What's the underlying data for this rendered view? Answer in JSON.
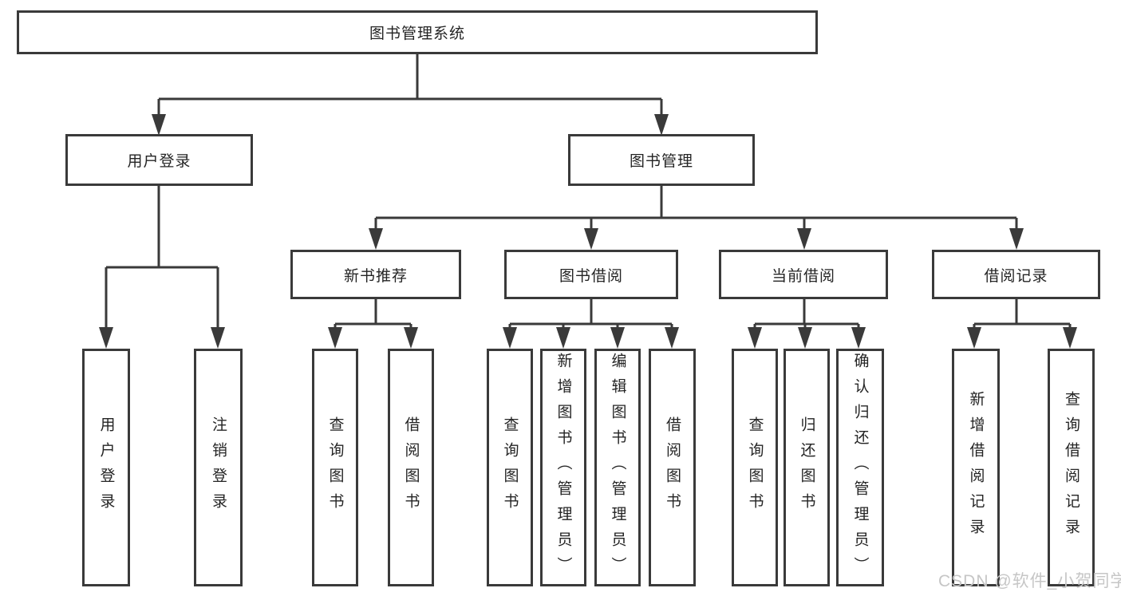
{
  "diagram": {
    "root": {
      "label": "图书管理系统"
    },
    "user_login": {
      "label": "用户登录",
      "children": [
        {
          "label": "用户登录"
        },
        {
          "label": "注销登录"
        }
      ]
    },
    "book_management": {
      "label": "图书管理",
      "sections": [
        {
          "label": "新书推荐",
          "children": [
            {
              "label": "查询图书"
            },
            {
              "label": "借阅图书"
            }
          ]
        },
        {
          "label": "图书借阅",
          "children": [
            {
              "label": "查询图书"
            },
            {
              "label": "新增图书（管理员）"
            },
            {
              "label": "编辑图书（管理员）"
            },
            {
              "label": "借阅图书"
            }
          ]
        },
        {
          "label": "当前借阅",
          "children": [
            {
              "label": "查询图书"
            },
            {
              "label": "归还图书"
            },
            {
              "label": "确认归还（管理员）"
            }
          ]
        },
        {
          "label": "借阅记录",
          "children": [
            {
              "label": "新增借阅记录"
            },
            {
              "label": "查询借阅记录"
            }
          ]
        }
      ]
    }
  },
  "watermark": {
    "text": "CSDN @软件_小贺同学"
  },
  "colors": {
    "background": "#ffffff",
    "box_border": "#3a3a3a",
    "line": "#3a3a3a",
    "text": "#242424",
    "watermark": "#c6c6c6"
  }
}
